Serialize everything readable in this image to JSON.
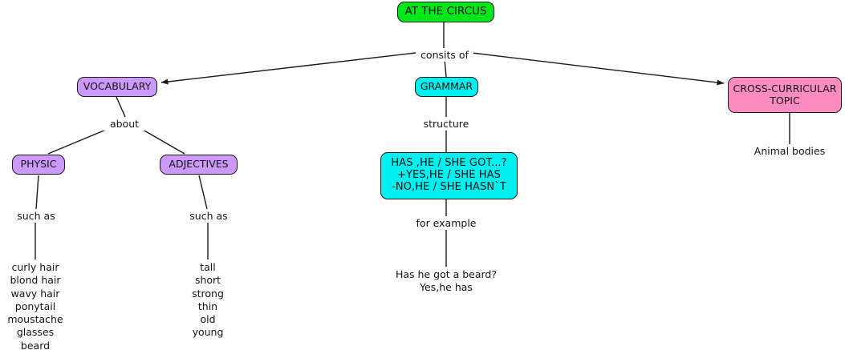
{
  "map": {
    "title_node": {
      "label": "AT THE CIRCUS",
      "color": "#00e817"
    },
    "nodes": {
      "vocabulary": {
        "label": "VOCABULARY",
        "color": "#cc99ff"
      },
      "grammar": {
        "label": "GRAMMAR",
        "color": "#00f0f0"
      },
      "cross_curricular": {
        "label": "CROSS-CURRICULAR\nTOPIC",
        "color": "#ff8cc0"
      },
      "physic": {
        "label": "PHYSIC",
        "color": "#cc99ff"
      },
      "adjectives": {
        "label": "ADJECTIVES",
        "color": "#cc99ff"
      },
      "structure_box": {
        "label": "HAS ,HE / SHE GOT...?\n+YES,HE / SHE HAS\n -NO,HE / SHE HASN`T",
        "color": "#00f0f0"
      }
    },
    "link_labels": {
      "consists_of": "consits of",
      "about": "about",
      "structure": "structure",
      "such_as_physic": "such as",
      "such_as_adjectives": "such as",
      "for_example": "for example"
    },
    "leaves": {
      "physic_list": "curly hair\nblond hair\nwavy hair\nponytail\nmoustache\nglasses\nbeard",
      "adjectives_list": "tall\nshort\nstrong\nthin\nold\nyoung",
      "example_text": "Has he got a beard?\nYes,he has",
      "animal_bodies": "Animal bodies"
    }
  }
}
